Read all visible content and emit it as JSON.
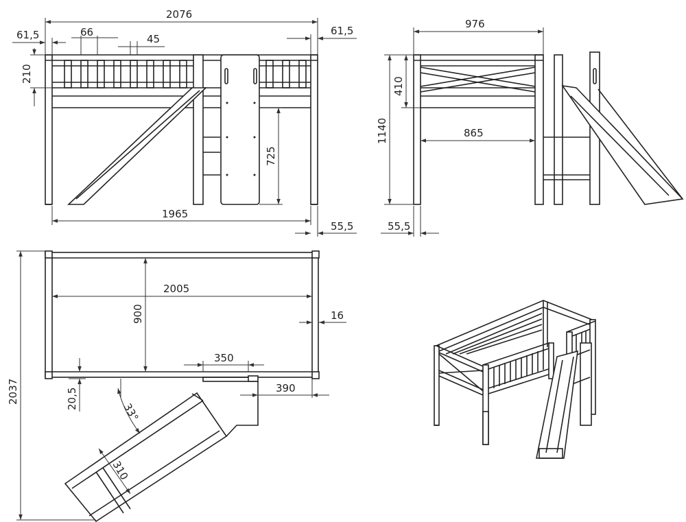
{
  "front_view": {
    "overall_width": "2076",
    "post_offset_left": "61,5",
    "post_offset_right": "61,5",
    "bar_pitch": "66",
    "bar_width": "45",
    "rail_height": "210",
    "ladder_height": "725",
    "inner_width": "1965",
    "post_width": "55,5"
  },
  "side_view": {
    "overall_depth": "976",
    "rail_height": "410",
    "total_height": "1140",
    "inner_depth": "865",
    "post_width": "55,5"
  },
  "top_view": {
    "total_length": "2037",
    "frame_length": "2005",
    "frame_width": "900",
    "rail_offset": "16",
    "ladder_width": "350",
    "ladder_offset": "390",
    "gap": "20,5",
    "slide_angle": "33°",
    "slide_width": "310"
  }
}
